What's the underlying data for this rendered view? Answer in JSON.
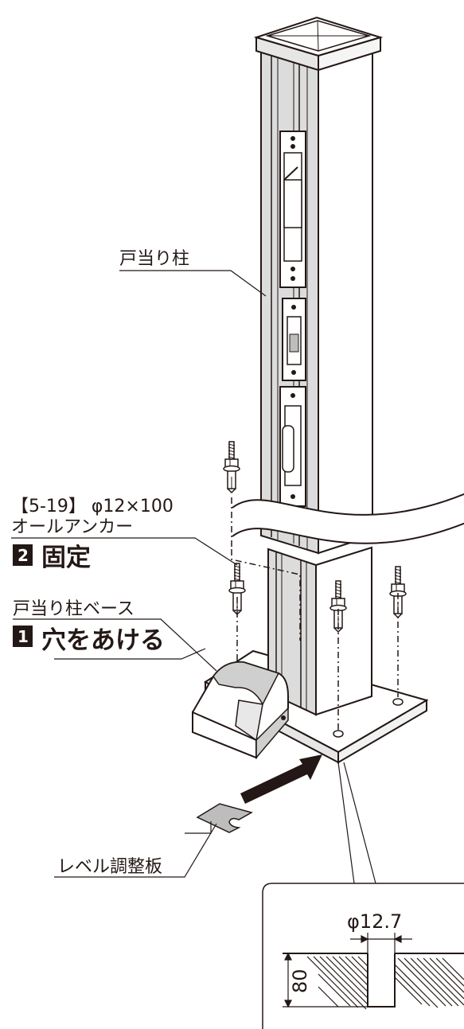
{
  "labels": {
    "post": "戸当り柱",
    "anchor_line1": "【5-19】 φ12×100",
    "anchor_line2": "オールアンカー",
    "post_base": "戸当り柱ベース",
    "leveling_plate": "レベル調整板"
  },
  "steps": [
    {
      "number": "2",
      "text": "固定"
    },
    {
      "number": "1",
      "text": "穴をあける"
    }
  ],
  "detail": {
    "diameter": "φ12.7",
    "depth": "80"
  }
}
